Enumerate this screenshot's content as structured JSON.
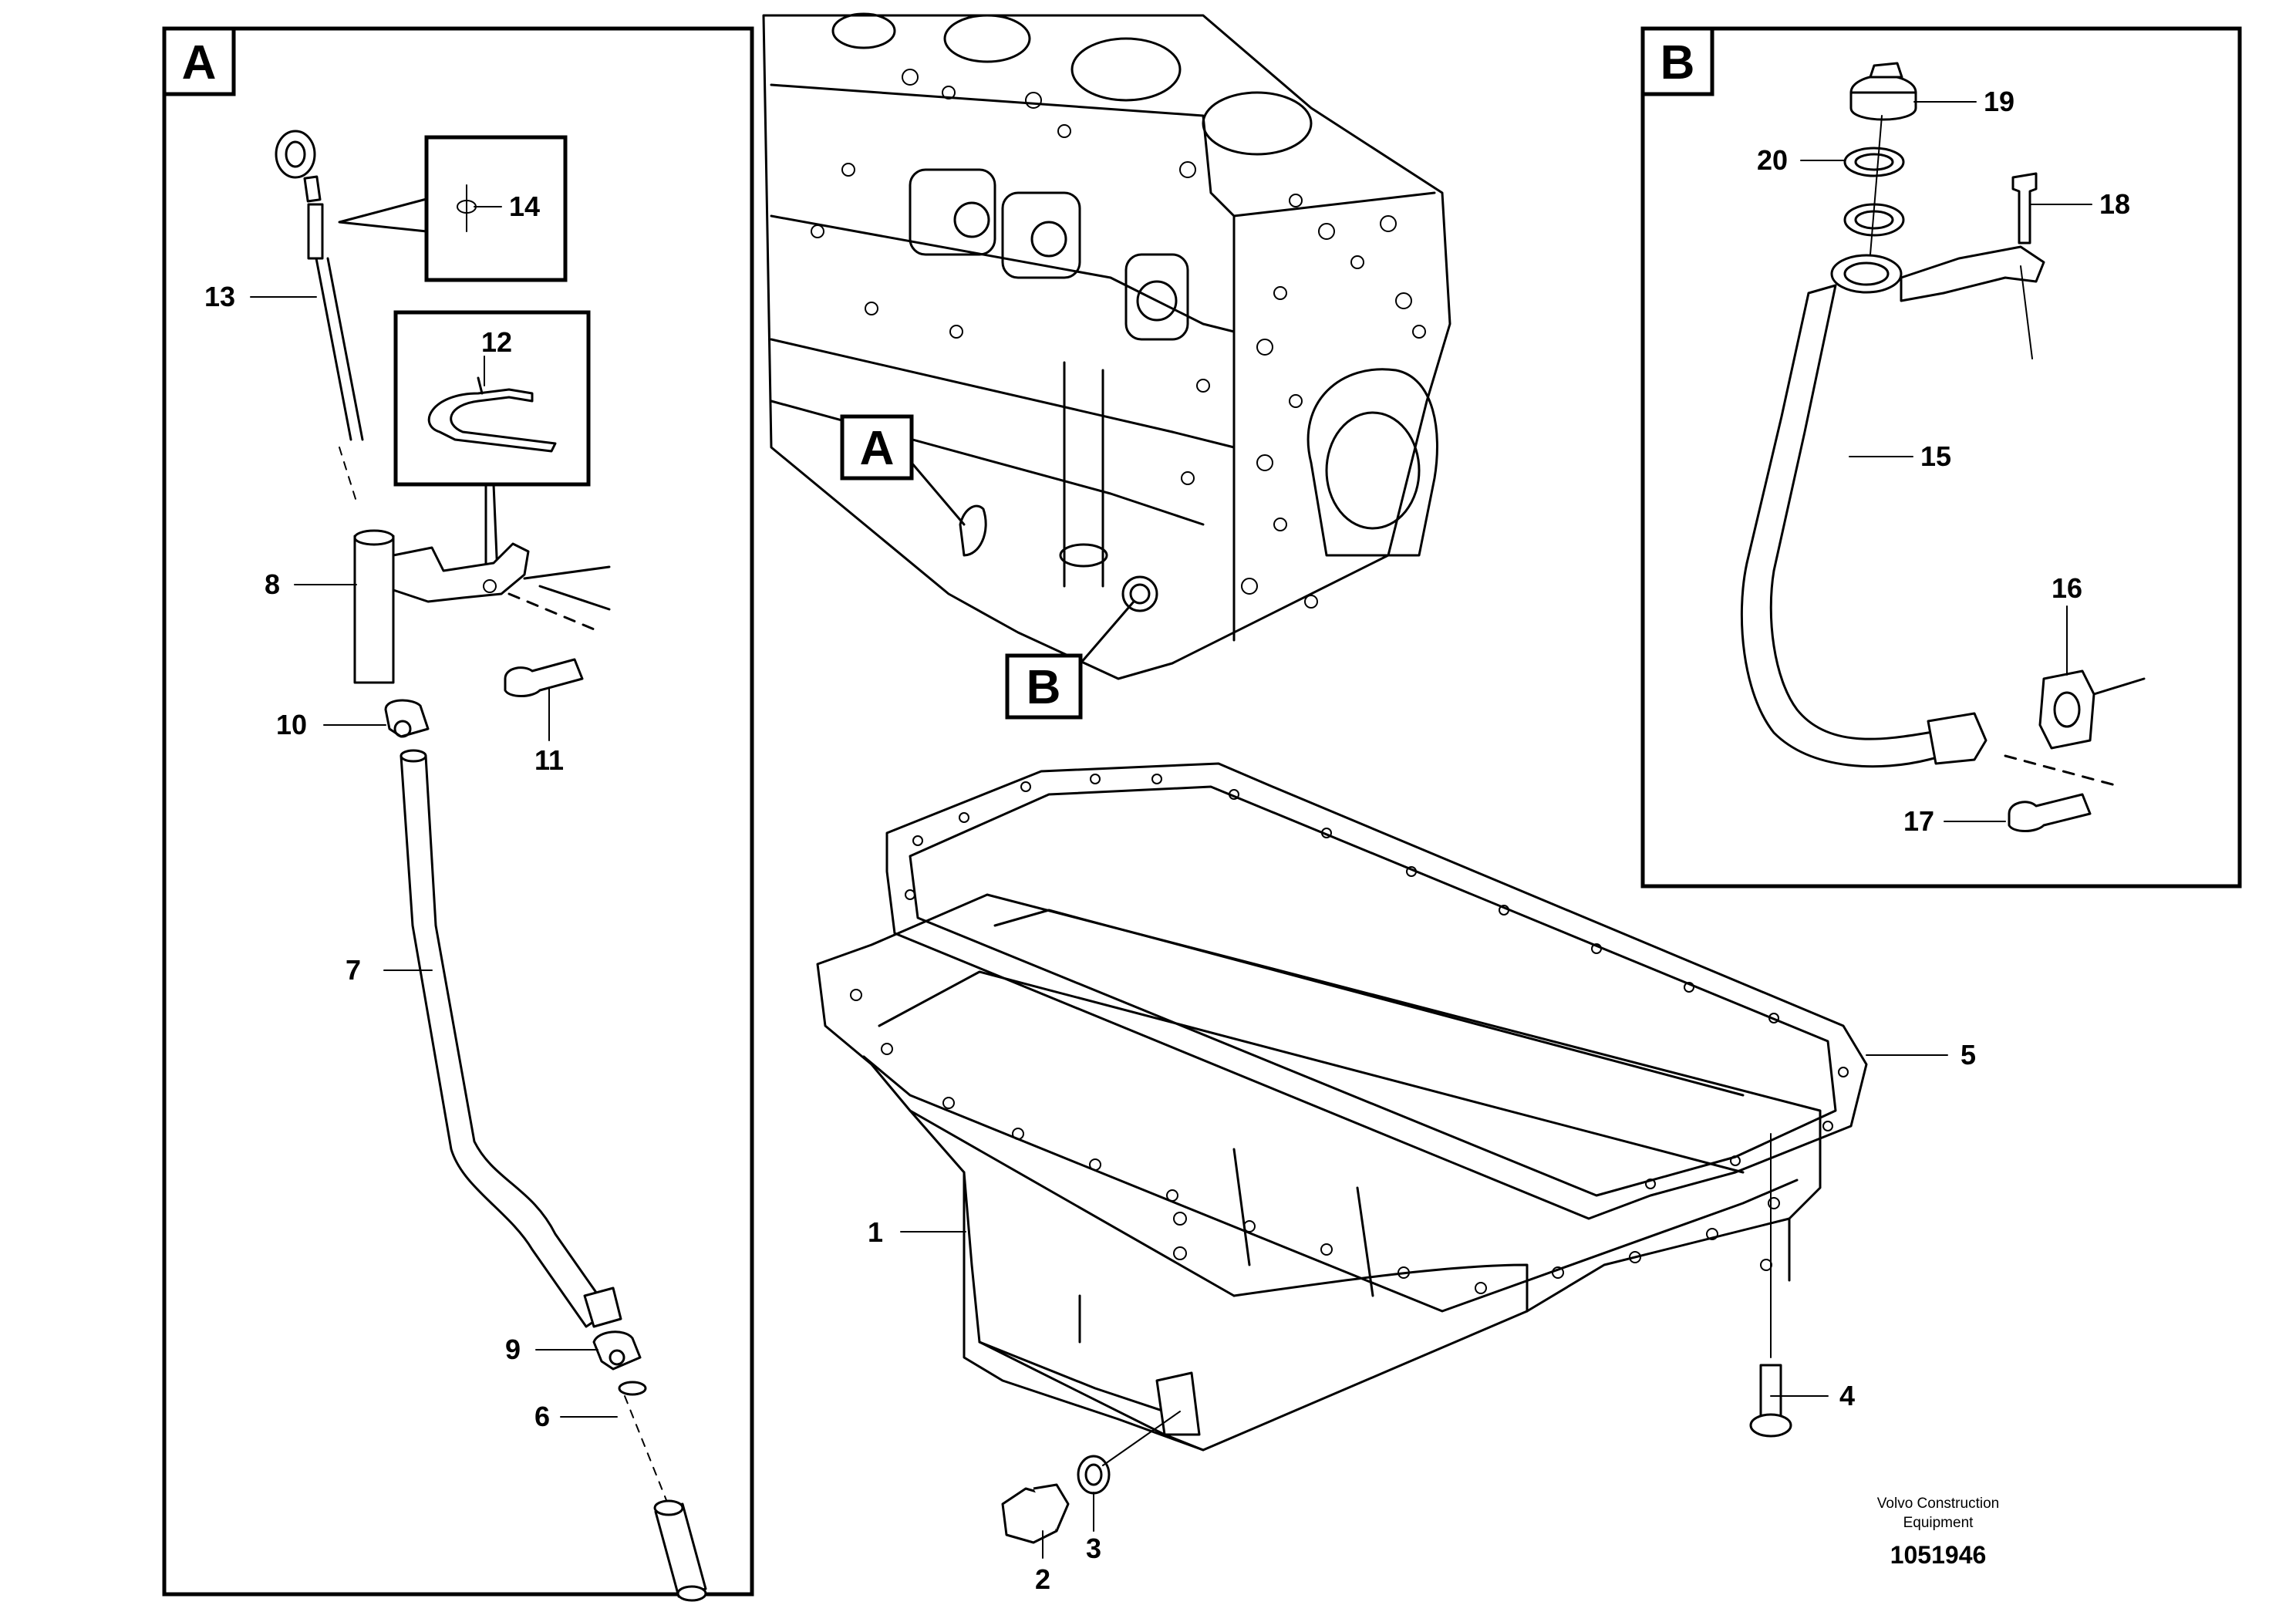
{
  "sections": {
    "a": {
      "letter": "A"
    },
    "b": {
      "letter": "B"
    }
  },
  "block_tags": {
    "a": "A",
    "b": "B"
  },
  "callouts": {
    "p1": "1",
    "p2": "2",
    "p3": "3",
    "p4": "4",
    "p5": "5",
    "p6": "6",
    "p7": "7",
    "p8": "8",
    "p9": "9",
    "p10": "10",
    "p11": "11",
    "p12": "12",
    "p13": "13",
    "p14": "14",
    "p15": "15",
    "p16": "16",
    "p17": "17",
    "p18": "18",
    "p19": "19",
    "p20": "20"
  },
  "footer": {
    "brand_line1": "Volvo Construction",
    "brand_line2": "Equipment",
    "document_number": "1051946"
  }
}
